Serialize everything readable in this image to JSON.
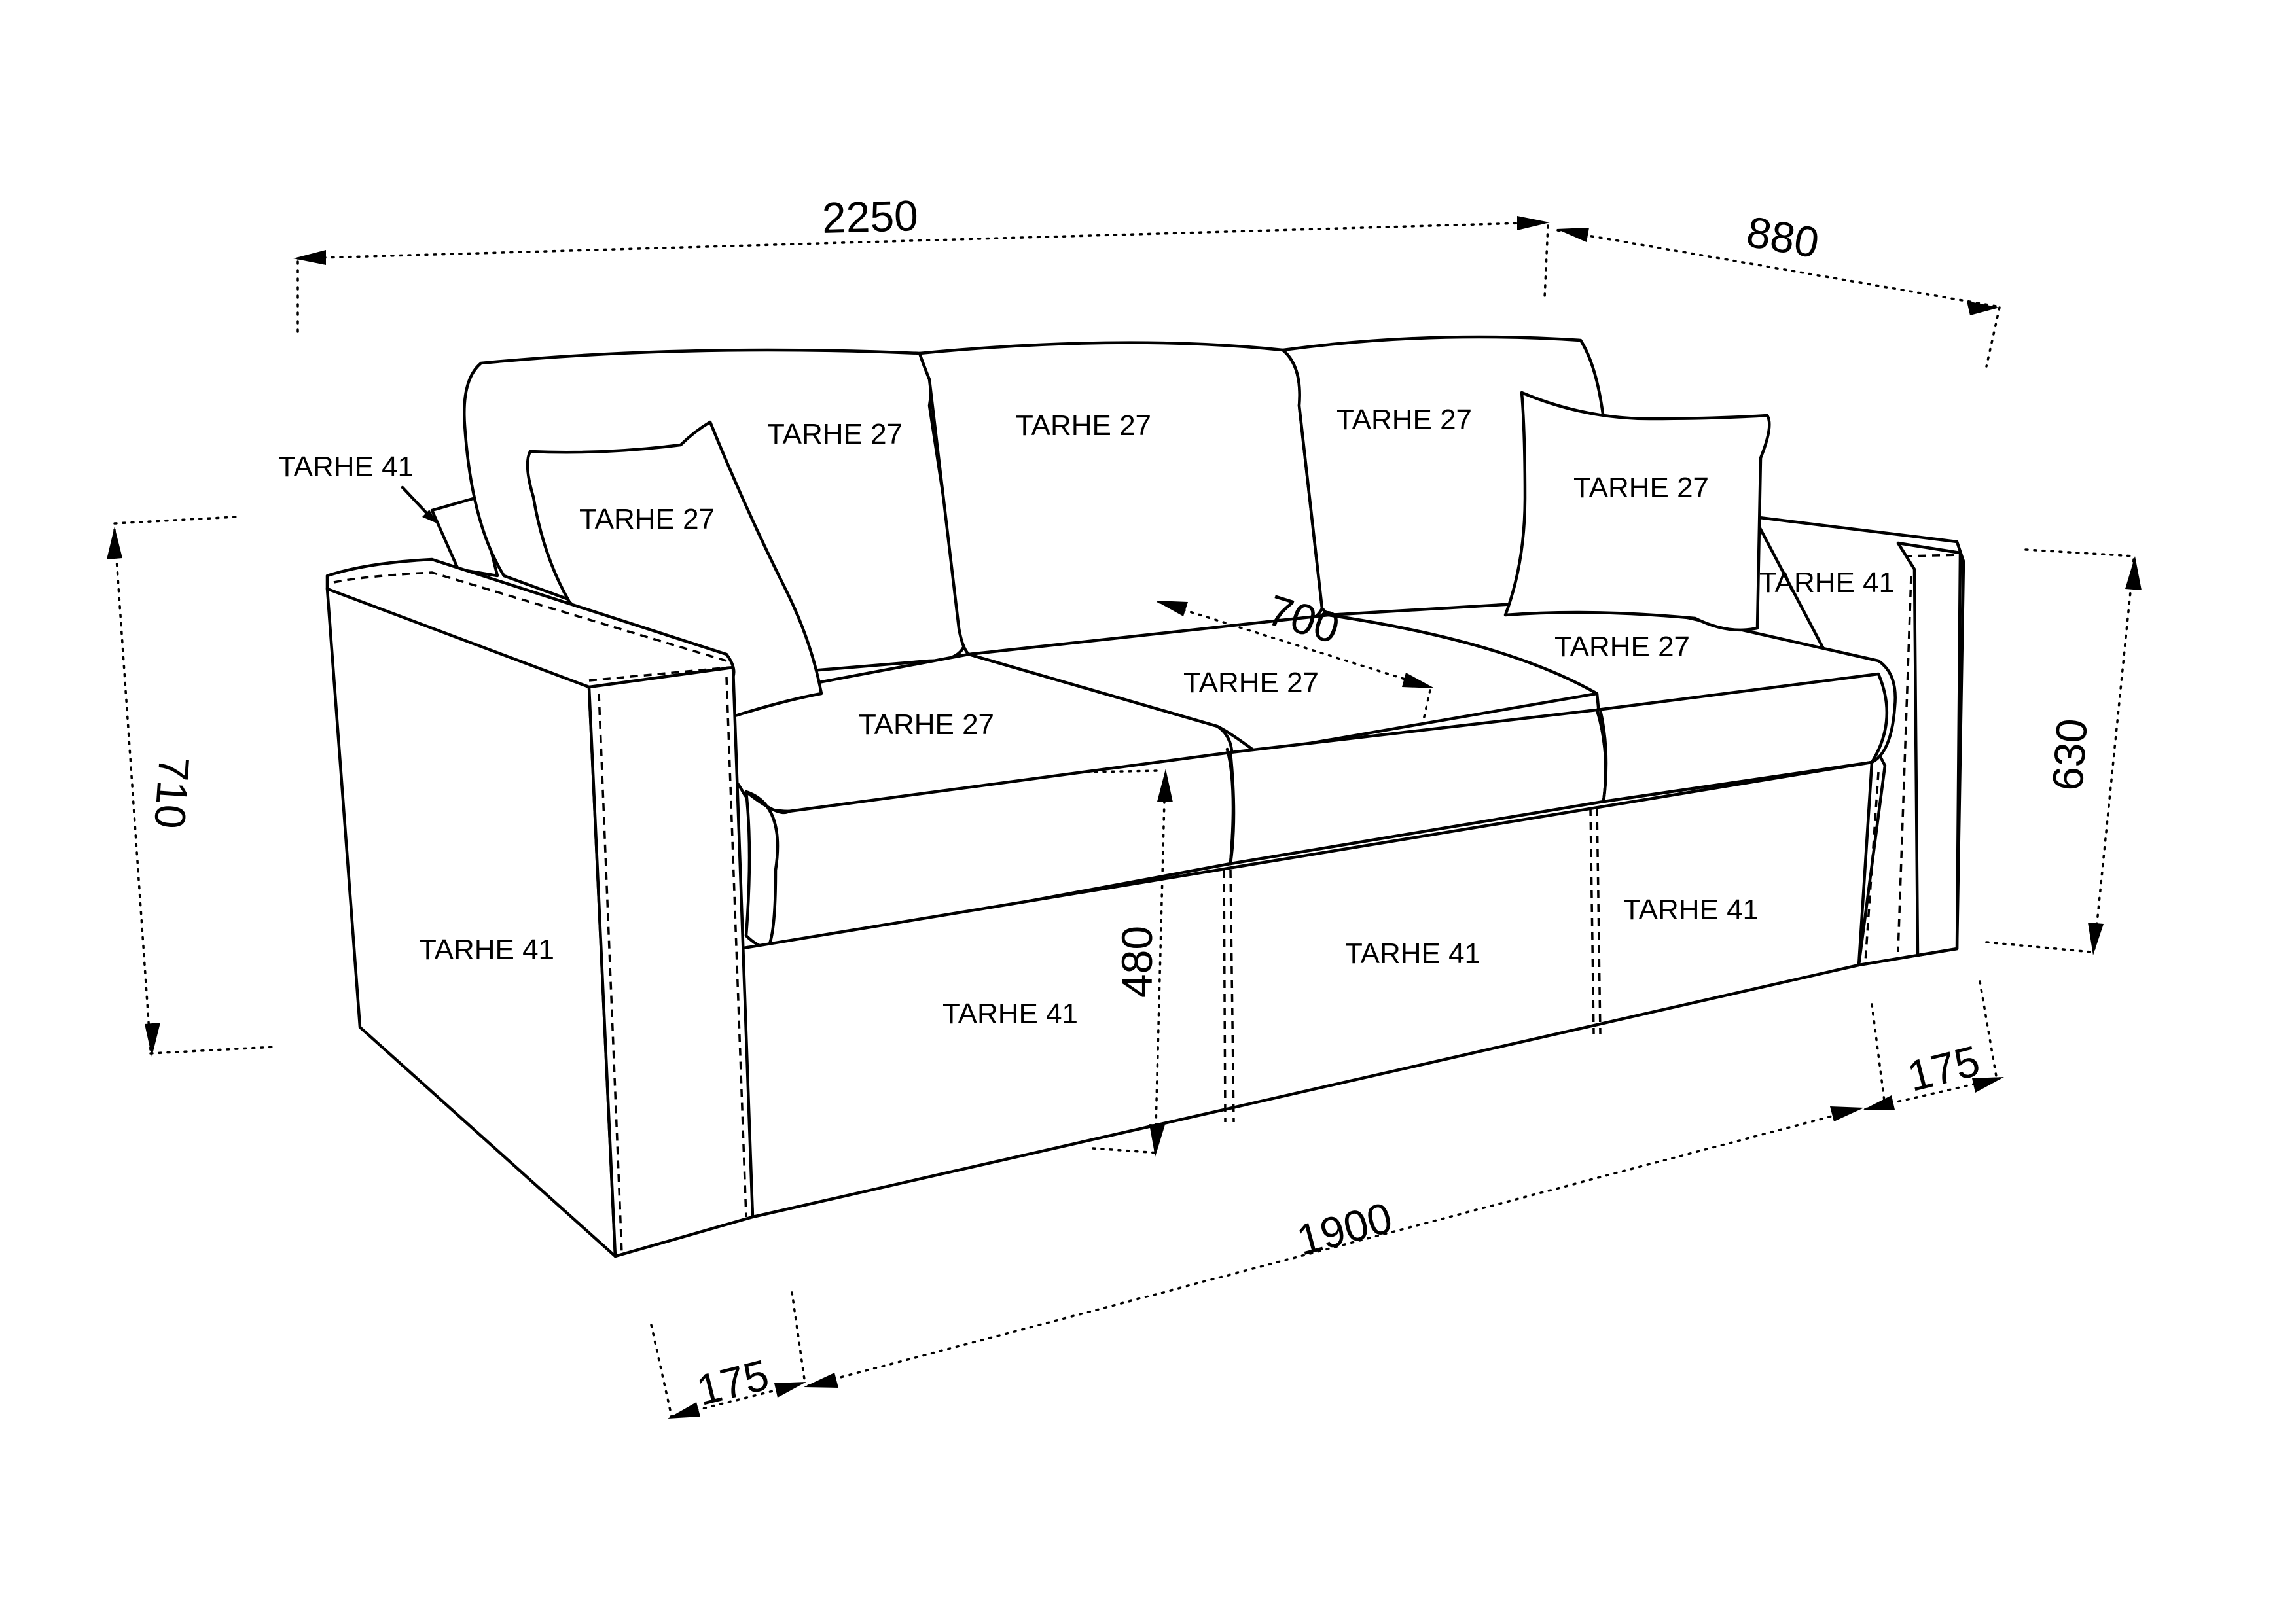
{
  "diagram": {
    "material_labels": {
      "back_cushion_left": "TARHE 27",
      "back_cushion_middle": "TARHE 27",
      "back_cushion_right": "TARHE 27",
      "pillow_left": "TARHE 27",
      "pillow_right": "TARHE 27",
      "seat_left": "TARHE 27",
      "seat_middle": "TARHE 27",
      "seat_right": "TARHE 27",
      "backrest_arm": "TARHE 41",
      "right_arm": "TARHE 41",
      "left_arm_side": "TARHE 41",
      "base_left": "TARHE 41",
      "base_middle": "TARHE 41",
      "base_right": "TARHE 41"
    },
    "dimensions": {
      "total_width": "2250",
      "depth": "880",
      "total_height": "710",
      "arm_height": "630",
      "seat_height": "480",
      "seat_depth": "700",
      "seat_width": "1900",
      "arm_width_left": "175",
      "arm_width_right": "175"
    }
  }
}
